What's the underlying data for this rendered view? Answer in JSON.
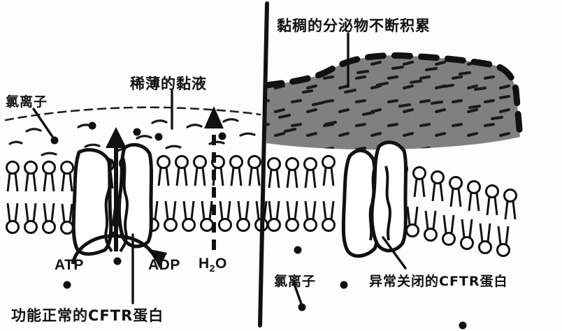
{
  "diagram": {
    "title_implied": "CFTR protein function in normal vs cystic fibrosis airway epithelium",
    "labels": {
      "chloride_ion_left": "氯离子",
      "thin_mucus": "稀薄的黏液",
      "thick_secretion_accumulates": "黏稠的分泌物不断积累",
      "atp": "ATP",
      "adp": "ADP",
      "water": "H",
      "water_sub": "2",
      "water_tail": "O",
      "normal_cftr": "功能正常的CFTR蛋白",
      "chloride_ion_right": "氯离子",
      "closed_cftr": "异常关闭的CFTR蛋白"
    },
    "colors": {
      "ink": "#111111",
      "mucus_gray": "#808080",
      "background": "#fdfdfd"
    },
    "panels": {
      "left_label": "功能正常的CFTR蛋白",
      "right_label": "异常关闭的CFTR蛋白"
    }
  }
}
